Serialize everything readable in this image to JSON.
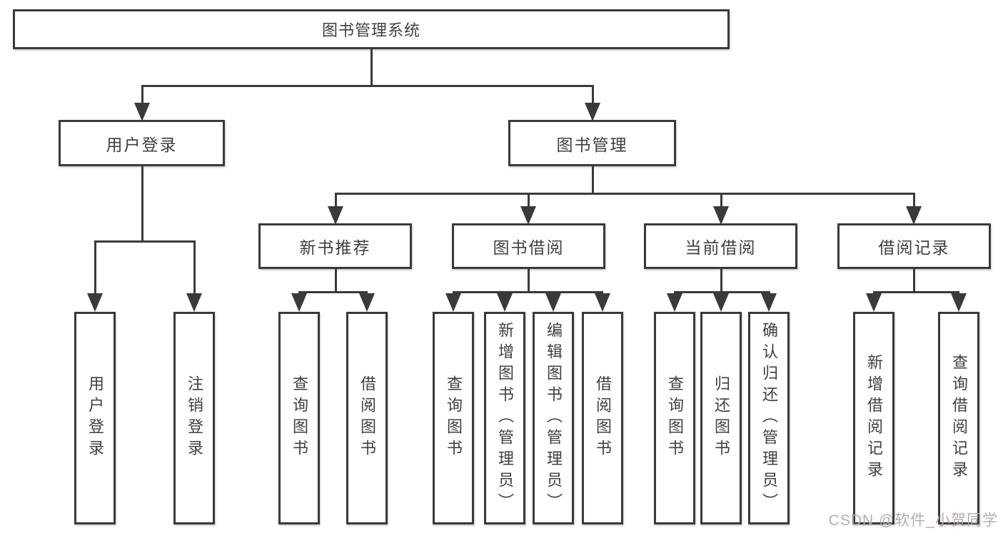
{
  "tree": {
    "root": {
      "label": "图书管理系统"
    },
    "branches": [
      {
        "label": "用户登录",
        "children": [
          {
            "label": "用户登录"
          },
          {
            "label": "注销登录"
          }
        ]
      },
      {
        "label": "图书管理",
        "children": [
          {
            "label": "新书推荐",
            "children": [
              {
                "label": "查询图书"
              },
              {
                "label": "借阅图书"
              }
            ]
          },
          {
            "label": "图书借阅",
            "children": [
              {
                "label": "查询图书"
              },
              {
                "label": "新增图书（管理员）"
              },
              {
                "label": "编辑图书（管理员）"
              },
              {
                "label": "借阅图书"
              }
            ]
          },
          {
            "label": "当前借阅",
            "children": [
              {
                "label": "查询图书"
              },
              {
                "label": "归还图书"
              },
              {
                "label": "确认归还（管理员）"
              }
            ]
          },
          {
            "label": "借阅记录",
            "children": [
              {
                "label": "新增借阅记录"
              },
              {
                "label": "查询借阅记录"
              }
            ]
          }
        ]
      }
    ]
  },
  "watermark": {
    "text": "CSDN @软件_小贺同学",
    "color": "#b6abab"
  },
  "colors": {
    "background": "#ffffff",
    "line": "#3a3a3a",
    "box_border": "#3a3a3a",
    "text": "#3f3f3f"
  }
}
